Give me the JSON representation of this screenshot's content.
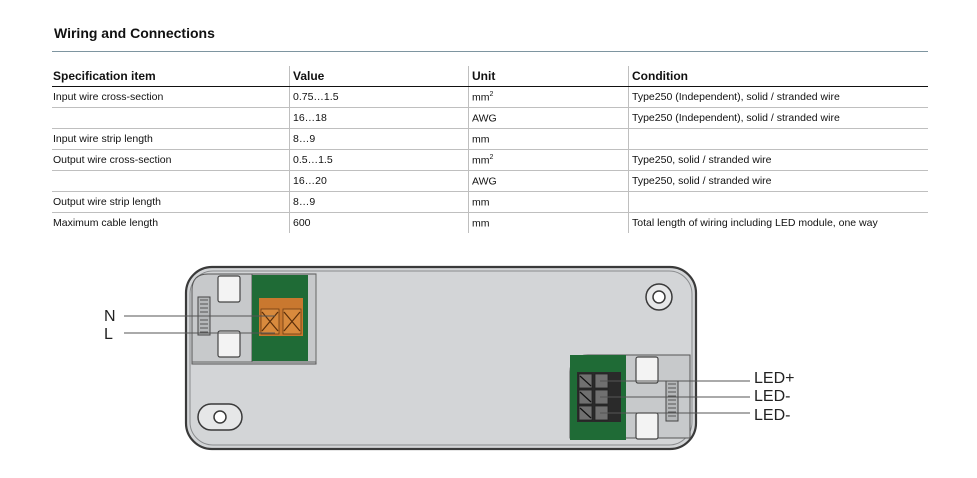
{
  "section": {
    "title": "Wiring and Connections"
  },
  "table": {
    "headers": [
      "Specification item",
      "Value",
      "Unit",
      "Condition"
    ],
    "rows": [
      {
        "item": "Input wire cross-section",
        "value": "0.75…1.5",
        "unit_base": "mm",
        "unit_sup": "2",
        "condition": "Type250 (Independent), solid / stranded wire"
      },
      {
        "item": "",
        "value": "16…18",
        "unit_base": "AWG",
        "unit_sup": "",
        "condition": "Type250 (Independent), solid / stranded wire"
      },
      {
        "item": "Input wire strip length",
        "value": "8…9",
        "unit_base": "mm",
        "unit_sup": "",
        "condition": ""
      },
      {
        "item": "Output wire cross-section",
        "value": "0.5…1.5",
        "unit_base": "mm",
        "unit_sup": "2",
        "condition": "Type250, solid / stranded wire"
      },
      {
        "item": "",
        "value": "16…20",
        "unit_base": "AWG",
        "unit_sup": "",
        "condition": "Type250, solid / stranded wire"
      },
      {
        "item": "Output wire strip length",
        "value": "8…9",
        "unit_base": "mm",
        "unit_sup": "",
        "condition": ""
      },
      {
        "item": "Maximum cable length",
        "value": "600",
        "unit_base": "mm",
        "unit_sup": "",
        "condition": "Total length of wiring including LED module, one way"
      }
    ]
  },
  "diagram": {
    "input_labels": {
      "n": "N",
      "l": "L"
    },
    "output_labels": {
      "led_plus": "LED+",
      "led_minus_1": "LED-",
      "led_minus_2": "LED-"
    },
    "colors": {
      "housing": "#d3d5d7",
      "outline": "#3a3a3a",
      "terminal_green": "#1f6b36",
      "terminal_orange": "#c9782f",
      "rule": "#7e95a0"
    }
  }
}
